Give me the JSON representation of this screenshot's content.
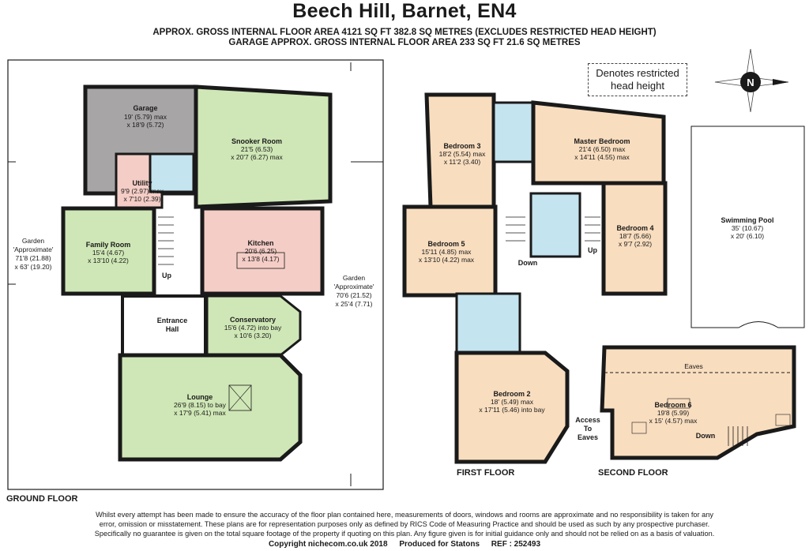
{
  "header": {
    "title": "Beech Hill, Barnet, EN4",
    "area_line1": "APPROX. GROSS INTERNAL FLOOR AREA 4121 SQ FT 382.8 SQ METRES (EXCLUDES RESTRICTED HEAD HEIGHT)",
    "area_line2": "GARAGE APPROX. GROSS INTERNAL FLOOR AREA 233 SQ FT 21.6 SQ METRES"
  },
  "legend": {
    "text": "Denotes restricted head height"
  },
  "compass": {
    "letter": "N"
  },
  "colors": {
    "green": "#cfe7b6",
    "pink": "#f4cdc6",
    "grey": "#a7a5a6",
    "orange": "#f8ddbf",
    "blue": "#c4e4ef",
    "wall": "#1a1a1a"
  },
  "ground_floor": {
    "name": "GROUND FLOOR",
    "garden_left": {
      "l1": "Garden",
      "l2": "'Approximate'",
      "l3": "71'8 (21.88)",
      "l4": "x 63' (19.20)"
    },
    "garden_right": {
      "l1": "Garden",
      "l2": "'Approximate'",
      "l3": "70'6 (21.52)",
      "l4": "x 25'4 (7.71)"
    },
    "rooms": {
      "garage": {
        "name": "Garage",
        "d1": "19' (5.79) max",
        "d2": "x 18'9 (5.72)"
      },
      "utility": {
        "name": "Utility",
        "d1": "9'9 (2.97) max",
        "d2": "x 7'10 (2.39)"
      },
      "snooker": {
        "name": "Snooker Room",
        "d1": "21'5 (6.53)",
        "d2": "x 20'7 (6.27) max"
      },
      "family": {
        "name": "Family Room",
        "d1": "15'4 (4.67)",
        "d2": "x 13'10 (4.22)"
      },
      "kitchen": {
        "name": "Kitchen",
        "d1": "20'6 (6.25)",
        "d2": "x 13'8 (4.17)"
      },
      "conservatory": {
        "name": "Conservatory",
        "d1": "15'6 (4.72) into bay",
        "d2": "x 10'6 (3.20)"
      },
      "entrance": {
        "name": "Entrance",
        "name2": "Hall"
      },
      "lounge": {
        "name": "Lounge",
        "d1": "26'9 (8.15) to bay",
        "d2": "x 17'9 (5.41) max"
      }
    },
    "up_label": "Up"
  },
  "first_floor": {
    "name": "FIRST FLOOR",
    "rooms": {
      "bed3": {
        "name": "Bedroom 3",
        "d1": "18'2 (5.54) max",
        "d2": "x 11'2 (3.40)"
      },
      "master": {
        "name": "Master Bedroom",
        "d1": "21'4 (6.50) max",
        "d2": "x 14'11 (4.55) max"
      },
      "bed5": {
        "name": "Bedroom 5",
        "d1": "15'11 (4.85) max",
        "d2": "x 13'10 (4.22) max"
      },
      "bed4": {
        "name": "Bedroom 4",
        "d1": "18'7 (5.66)",
        "d2": "x 9'7 (2.92)"
      },
      "bed2": {
        "name": "Bedroom 2",
        "d1": "18' (5.49) max",
        "d2": "x 17'11 (5.46) into bay"
      }
    },
    "down_label": "Down",
    "up_label": "Up"
  },
  "second_floor": {
    "name": "SECOND FLOOR",
    "bed6": {
      "name": "Bedroom 6",
      "d1": "19'8 (5.99)",
      "d2": "x 15' (4.57) max"
    },
    "eaves": "Eaves",
    "access": {
      "l1": "Access",
      "l2": "To",
      "l3": "Eaves"
    },
    "down_label": "Down"
  },
  "pool": {
    "name": "Swimming Pool",
    "d1": "35' (10.67)",
    "d2": "x 20' (6.10)"
  },
  "disclaimer": [
    "Whilst every attempt has been made to ensure the accuracy of the floor plan contained here, measurements of doors, windows and rooms are approximate and no responsibility is taken for any",
    "error, omission or misstatement. These plans are for representation purposes only as defined by RICS Code of Measuring Practice and should be used as such by any prospective purchaser.",
    "Specifically no guarantee is given on the total square footage of the property if quoting on this plan. Any figure given is for initial guidance only and should not be relied on as a basis of valuation."
  ],
  "footer": {
    "copyright": "Copyright nichecom.co.uk 2018",
    "produced": "Produced for Statons",
    "ref": "REF : 252493"
  }
}
